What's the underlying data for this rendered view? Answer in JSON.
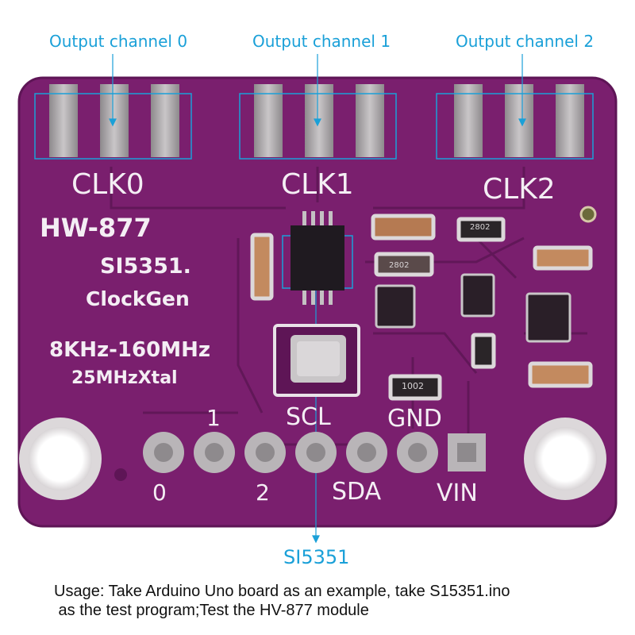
{
  "annotations": {
    "channel0": "Output channel 0",
    "channel1": "Output channel 1",
    "channel2": "Output channel 2",
    "chip": "SI5351"
  },
  "board": {
    "clk0": "CLK0",
    "clk1": "CLK1",
    "clk2": "CLK2",
    "model": "HW-877",
    "chip_name": "SI5351.",
    "clockgen": "ClockGen",
    "freq_range": "8KHz-160MHz",
    "xtal": "25MHzXtal",
    "pins_top": [
      "1",
      "SCL",
      "GND"
    ],
    "pins_bottom": [
      "0",
      "2",
      "SDA",
      "VIN"
    ],
    "resistor_labels": [
      "2802",
      "1002",
      "2802"
    ]
  },
  "caption": {
    "line1": "Usage: Take Arduino Uno board as an example, take S15351.ino",
    "line2": " as the test program;Test the HV-877 module"
  },
  "colors": {
    "pcb": "#7a1f6e",
    "pcb_dark": "#5e1556",
    "annotation": "#1aa0d8",
    "pad": "#b7b3b6"
  }
}
